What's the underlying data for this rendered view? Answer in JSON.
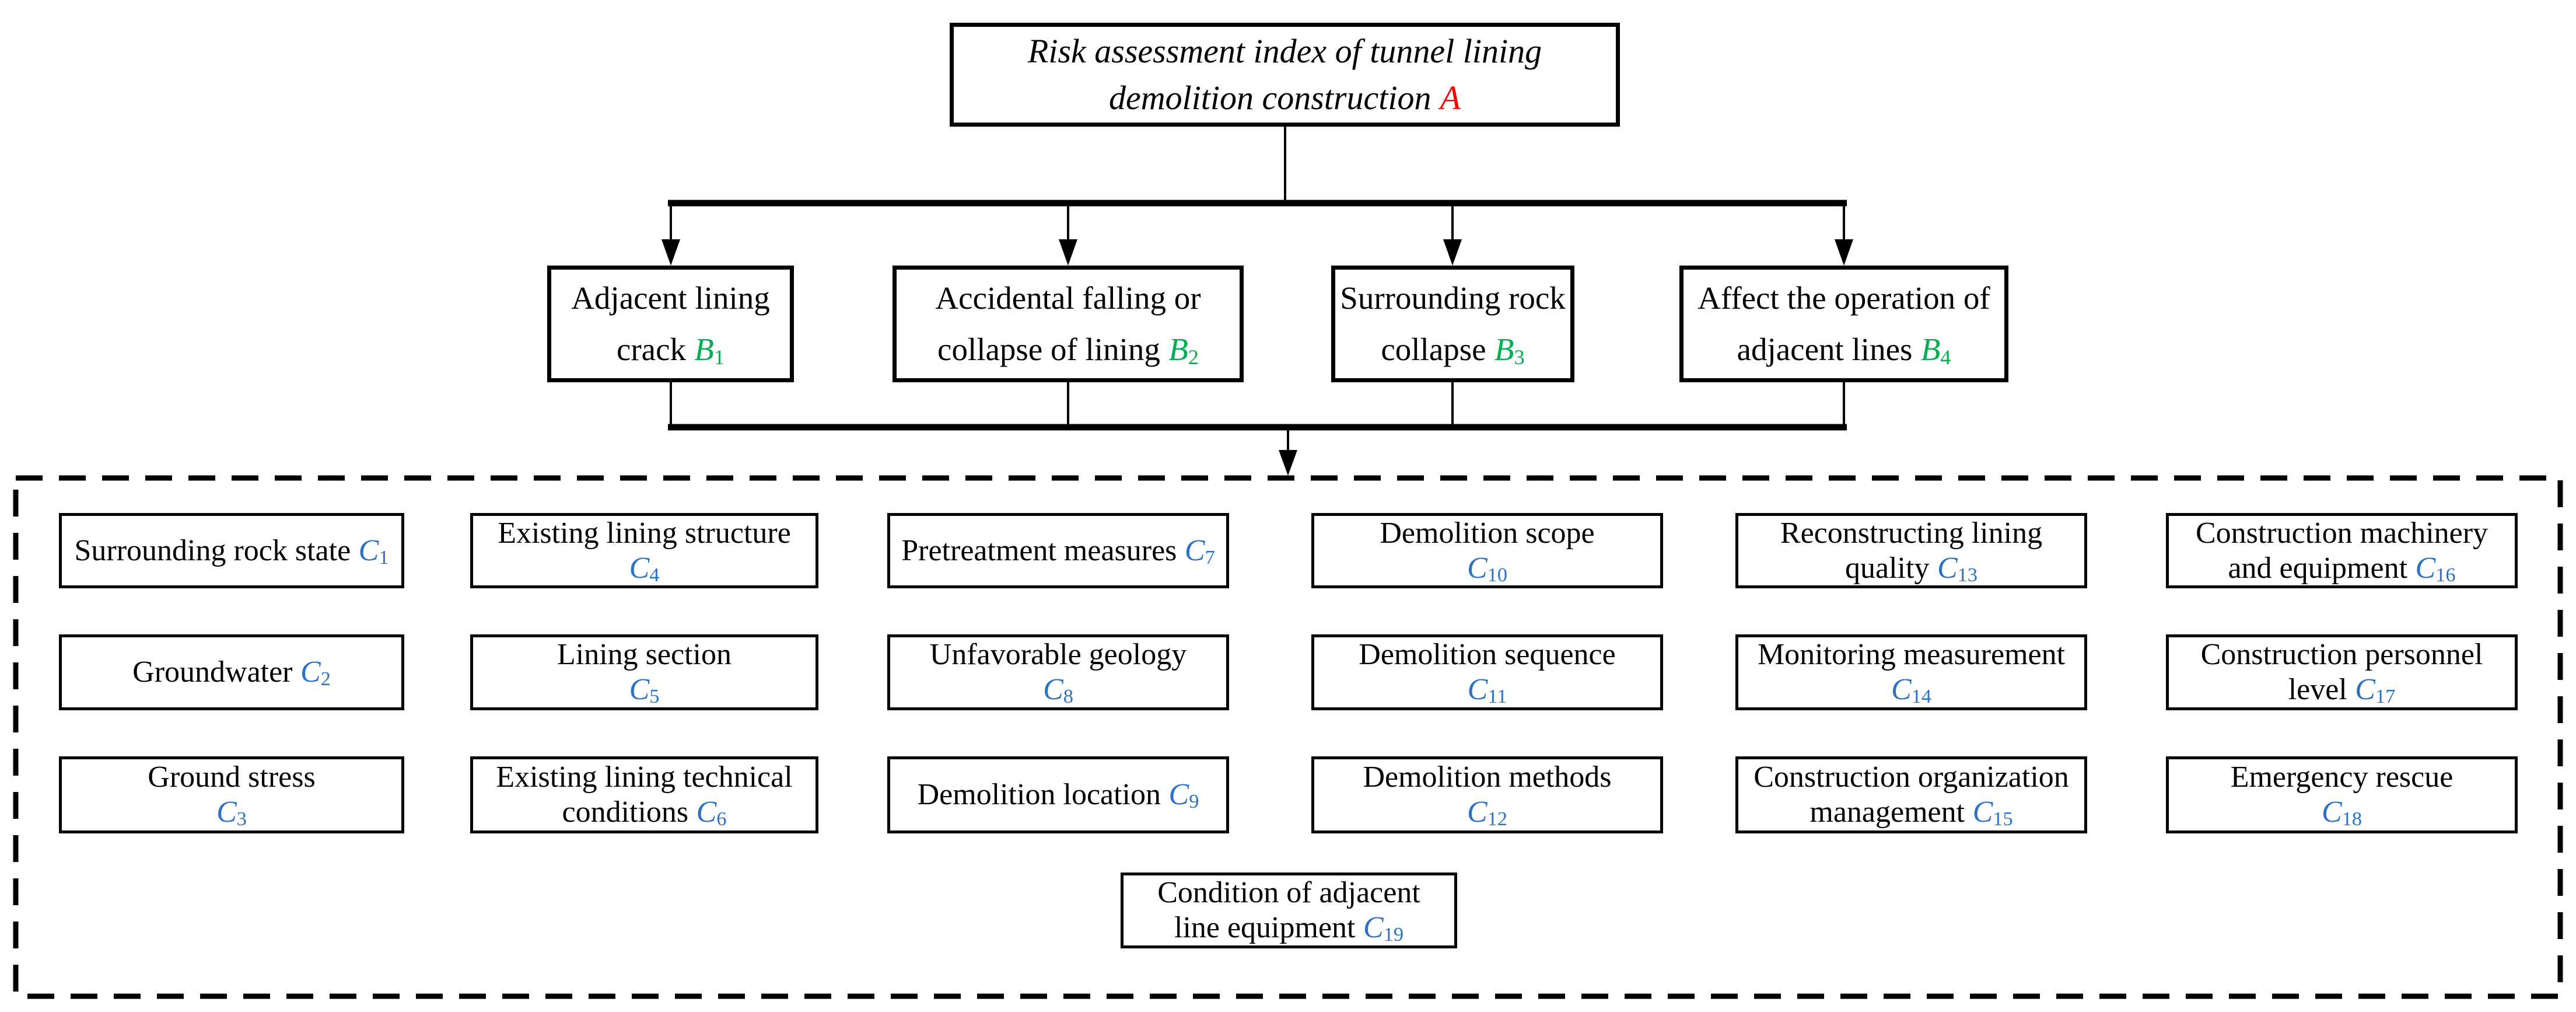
{
  "colors": {
    "accent_a": "#FF0000",
    "accent_b": "#00AF50",
    "accent_c": "#2B72C6",
    "line": "#000000"
  },
  "root": {
    "line1": "Risk assessment index of tunnel lining",
    "line2": "demolition construction",
    "code": "A"
  },
  "level_b": [
    {
      "line1": "Adjacent lining",
      "line2": "crack",
      "code": "B",
      "sub": "1"
    },
    {
      "line1": "Accidental falling or",
      "line2": "collapse of lining",
      "code": "B",
      "sub": "2"
    },
    {
      "line1": "Surrounding rock",
      "line2": "collapse",
      "code": "B",
      "sub": "3"
    },
    {
      "line1": "Affect the operation of",
      "line2": "adjacent lines",
      "code": "B",
      "sub": "4"
    }
  ],
  "level_c": [
    {
      "line1": "Surrounding rock state",
      "line2": "",
      "code": "C",
      "sub": "1"
    },
    {
      "line1": "Groundwater",
      "line2": "",
      "code": "C",
      "sub": "2"
    },
    {
      "line1": "Ground stress",
      "line2": "",
      "code": "C",
      "sub": "3"
    },
    {
      "line1": "Existing lining structure",
      "line2": "",
      "code": "C",
      "sub": "4"
    },
    {
      "line1": "Lining section",
      "line2": "",
      "code": "C",
      "sub": "5"
    },
    {
      "line1": "Existing lining technical",
      "line2": "conditions",
      "code": "C",
      "sub": "6"
    },
    {
      "line1": "Pretreatment measures",
      "line2": "",
      "code": "C",
      "sub": "7"
    },
    {
      "line1": "Unfavorable geology",
      "line2": "",
      "code": "C",
      "sub": "8"
    },
    {
      "line1": "Demolition location",
      "line2": "",
      "code": "C",
      "sub": "9"
    },
    {
      "line1": "Demolition scope",
      "line2": "",
      "code": "C",
      "sub": "10"
    },
    {
      "line1": "Demolition sequence",
      "line2": "",
      "code": "C",
      "sub": "11"
    },
    {
      "line1": "Demolition methods",
      "line2": "",
      "code": "C",
      "sub": "12"
    },
    {
      "line1": "Reconstructing lining",
      "line2": "quality",
      "code": "C",
      "sub": "13"
    },
    {
      "line1": "Monitoring measurement",
      "line2": "",
      "code": "C",
      "sub": "14"
    },
    {
      "line1": "Construction organization",
      "line2": "management",
      "code": "C",
      "sub": "15"
    },
    {
      "line1": "Construction machinery",
      "line2": "and equipment",
      "code": "C",
      "sub": "16"
    },
    {
      "line1": "Construction personnel",
      "line2": "level",
      "code": "C",
      "sub": "17"
    },
    {
      "line1": "Emergency rescue",
      "line2": "",
      "code": "C",
      "sub": "18"
    },
    {
      "line1": "Condition of adjacent",
      "line2": "line equipment",
      "code": "C",
      "sub": "19"
    }
  ]
}
